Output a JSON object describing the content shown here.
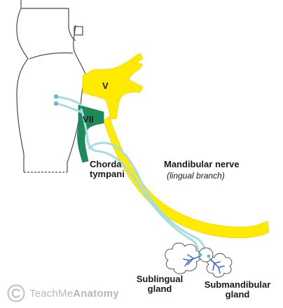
{
  "labels": {
    "trigeminal": "V",
    "facial": "VII",
    "chorda_tympani_line1": "Chorda",
    "chorda_tympani_line2": "tympani",
    "mandibular_nerve": "Mandibular nerve",
    "lingual_branch": "(lingual branch)",
    "sublingual_line1": "Sublingual",
    "sublingual_line2": "gland",
    "submandibular_line1": "Submandibular",
    "submandibular_line2": "gland"
  },
  "watermark": {
    "prefix": "TeachMe",
    "brand": "Anatomy"
  },
  "colors": {
    "nerve_yellow": "#ffea00",
    "facial_green": "#1e8a5a",
    "parasympathetic_blue": "#a8dde0",
    "ganglion_blue": "#3b6fc7",
    "outline": "#4a4a4a"
  }
}
